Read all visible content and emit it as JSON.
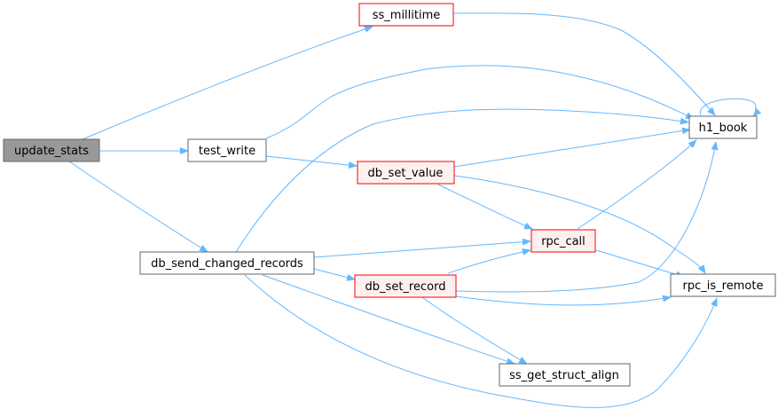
{
  "colors": {
    "edge": "#63b8ff",
    "root_fill": "#999999",
    "root_border": "#666666",
    "plain_fill": "#ffffff",
    "plain_border": "#666666",
    "red_fill": "#fff0f0",
    "red_border": "#ff0000",
    "red_white_fill": "#ffffff"
  },
  "nodes": {
    "update_stats": {
      "label": "update_stats",
      "style": "root"
    },
    "ss_millitime": {
      "label": "ss_millitime",
      "style": "red-white"
    },
    "test_write": {
      "label": "test_write",
      "style": "plain"
    },
    "db_send_changed_records": {
      "label": "db_send_changed_records",
      "style": "plain"
    },
    "db_set_value": {
      "label": "db_set_value",
      "style": "red"
    },
    "rpc_call": {
      "label": "rpc_call",
      "style": "red"
    },
    "db_set_record": {
      "label": "db_set_record",
      "style": "red"
    },
    "h1_book": {
      "label": "h1_book",
      "style": "plain"
    },
    "rpc_is_remote": {
      "label": "rpc_is_remote",
      "style": "plain"
    },
    "ss_get_struct_align": {
      "label": "ss_get_struct_align",
      "style": "plain"
    }
  },
  "edges": [
    {
      "from": "update_stats",
      "to": "ss_millitime"
    },
    {
      "from": "update_stats",
      "to": "test_write"
    },
    {
      "from": "update_stats",
      "to": "db_send_changed_records"
    },
    {
      "from": "ss_millitime",
      "to": "h1_book"
    },
    {
      "from": "h1_book",
      "to": "h1_book"
    },
    {
      "from": "test_write",
      "to": "h1_book"
    },
    {
      "from": "test_write",
      "to": "db_set_value"
    },
    {
      "from": "db_send_changed_records",
      "to": "h1_book"
    },
    {
      "from": "db_send_changed_records",
      "to": "rpc_call"
    },
    {
      "from": "db_send_changed_records",
      "to": "db_set_record"
    },
    {
      "from": "db_send_changed_records",
      "to": "ss_get_struct_align"
    },
    {
      "from": "db_send_changed_records",
      "to": "rpc_is_remote"
    },
    {
      "from": "db_set_value",
      "to": "h1_book"
    },
    {
      "from": "db_set_value",
      "to": "rpc_call"
    },
    {
      "from": "db_set_value",
      "to": "rpc_is_remote"
    },
    {
      "from": "rpc_call",
      "to": "h1_book"
    },
    {
      "from": "rpc_call",
      "to": "rpc_is_remote"
    },
    {
      "from": "db_set_record",
      "to": "rpc_call"
    },
    {
      "from": "db_set_record",
      "to": "h1_book"
    },
    {
      "from": "db_set_record",
      "to": "rpc_is_remote"
    },
    {
      "from": "db_set_record",
      "to": "ss_get_struct_align"
    }
  ]
}
